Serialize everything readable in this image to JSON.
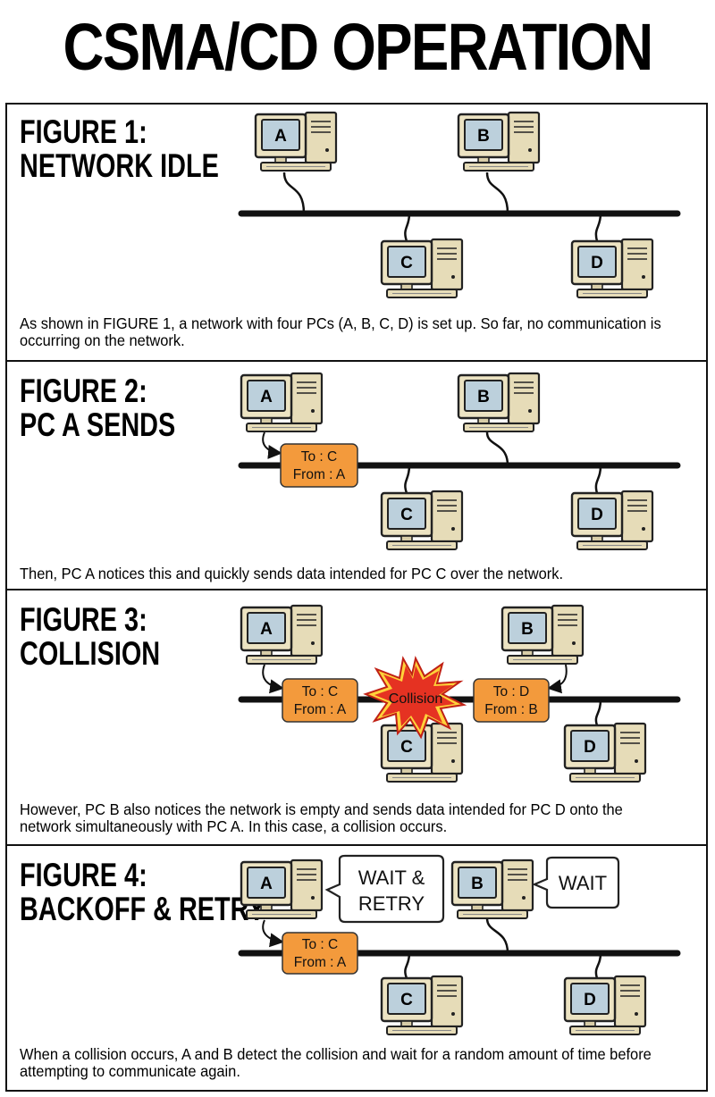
{
  "title": "CSMA/CD OPERATION",
  "figures": [
    {
      "title_line1": "FIGURE 1:",
      "title_line2": "NETWORK IDLE",
      "description": "As shown in FIGURE 1, a network with four PCs (A, B, C, D) is set up. So far, no communication is occurring on the network."
    },
    {
      "title_line1": "FIGURE 2:",
      "title_line2": "PC A SENDS",
      "description": "Then, PC A notices this and quickly sends data intended for PC C over the network."
    },
    {
      "title_line1": "FIGURE 3:",
      "title_line2": "COLLISION",
      "description": "However, PC B also notices the network is empty and sends data intended for PC D onto the network simultaneously with PC A. In this case, a collision occurs."
    },
    {
      "title_line1": "FIGURE 4:",
      "title_line2": "BACKOFF & RETRY",
      "description": "When a collision occurs, A and B detect the collision and wait for a random amount of time before attempting to communicate again."
    }
  ],
  "pcs": {
    "a": "A",
    "b": "B",
    "c": "C",
    "d": "D"
  },
  "frames": {
    "a_to_c": {
      "line1": "To : C",
      "line2": "From : A"
    },
    "b_to_d": {
      "line1": "To : D",
      "line2": "From : B"
    }
  },
  "collision_label": "Collision",
  "bubbles": {
    "a_line1": "WAIT &",
    "a_line2": "RETRY",
    "b": "WAIT"
  },
  "colors": {
    "frame_fill": "#f39a3c",
    "monitor_beige": "#ece3c2",
    "screen_blue": "#bcd0dc",
    "burst_red": "#e53222",
    "burst_yellow": "#ffd23a",
    "bus": "#111111"
  }
}
